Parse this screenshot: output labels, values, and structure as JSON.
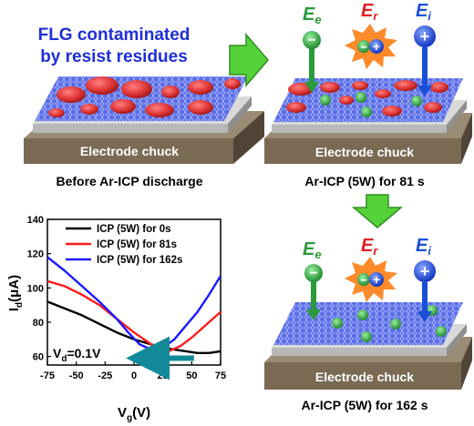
{
  "colors": {
    "blue_text": "#1f2fd6",
    "green_arrow": "#55d13a",
    "residue_red": "#e23a3a",
    "electrode_face": "#7a6a54",
    "graphene_blue": "#5b6ee8",
    "electron_green": "#2a9a3a",
    "radical_red": "#e02020",
    "ion_blue": "#1a4fd6",
    "starburst_orange": "#ff8a2a"
  },
  "panel_before": {
    "title_line1": "FLG contaminated",
    "title_line2": "by resist residues",
    "chuck_label": "Electrode chuck",
    "caption": "Before Ar-ICP discharge"
  },
  "panel_81s": {
    "chuck_label": "Electrode chuck",
    "caption": "Ar-ICP (5W) for 81 s"
  },
  "panel_162s": {
    "chuck_label": "Electrode chuck",
    "caption": "Ar-ICP (5W) for 162 s"
  },
  "species_labels": {
    "electron_base": "E",
    "electron_sub": "e",
    "radical_base": "E",
    "radical_sub": "r",
    "ion_base": "E",
    "ion_sub": "i",
    "minus_glyph": "−",
    "plus_glyph": "+"
  },
  "graph": {
    "vd_base": "V",
    "vd_sub": "d",
    "vd_value": "=0.1V",
    "ylabel_base": "I",
    "ylabel_sub": "d",
    "ylabel_unit": "(μA)",
    "xlabel_base": "V",
    "xlabel_sub": "g",
    "xlabel_unit": "(V)"
  },
  "chart_data": {
    "type": "line",
    "title": "",
    "xlabel": "Vg(V)",
    "ylabel": "Id(μA)",
    "xlim": [
      -75,
      75
    ],
    "ylim": [
      55,
      140
    ],
    "xticks": [
      "-75",
      "-50",
      "-25",
      "0",
      "25",
      "50",
      "75"
    ],
    "yticks": [
      "60",
      "80",
      "100",
      "120",
      "140"
    ],
    "xtick_values": [
      -75,
      -50,
      -25,
      0,
      25,
      50,
      75
    ],
    "ytick_values": [
      60,
      80,
      100,
      120,
      140
    ],
    "legend_position": "top-right",
    "series": [
      {
        "name": "ICP (5W) for 0s",
        "color": "#000000",
        "x": [
          -75,
          -60,
          -45,
          -30,
          -15,
          0,
          15,
          30,
          45,
          55,
          65,
          75
        ],
        "y": [
          92,
          88,
          84,
          79,
          74,
          70,
          67,
          64.5,
          63,
          62,
          62,
          63
        ]
      },
      {
        "name": "ICP (5W) for 81s",
        "color": "#ff1a1a",
        "x": [
          -75,
          -60,
          -45,
          -30,
          -15,
          0,
          15,
          25,
          30,
          40,
          50,
          60,
          75
        ],
        "y": [
          104,
          101,
          96,
          90,
          82,
          74,
          67,
          63.5,
          63,
          66,
          71,
          77,
          86
        ]
      },
      {
        "name": "ICP (5W) for 162s",
        "color": "#1a1aff",
        "x": [
          -75,
          -60,
          -45,
          -30,
          -15,
          -5,
          5,
          15,
          25,
          35,
          45,
          55,
          65,
          75
        ],
        "y": [
          118,
          110,
          101,
          92,
          82,
          74,
          67,
          64,
          65,
          70,
          78,
          86,
          96,
          107
        ]
      }
    ],
    "annotation_arrow": {
      "from_x": 52,
      "to_x": 12,
      "y": 59,
      "color": "#138a9a"
    }
  }
}
